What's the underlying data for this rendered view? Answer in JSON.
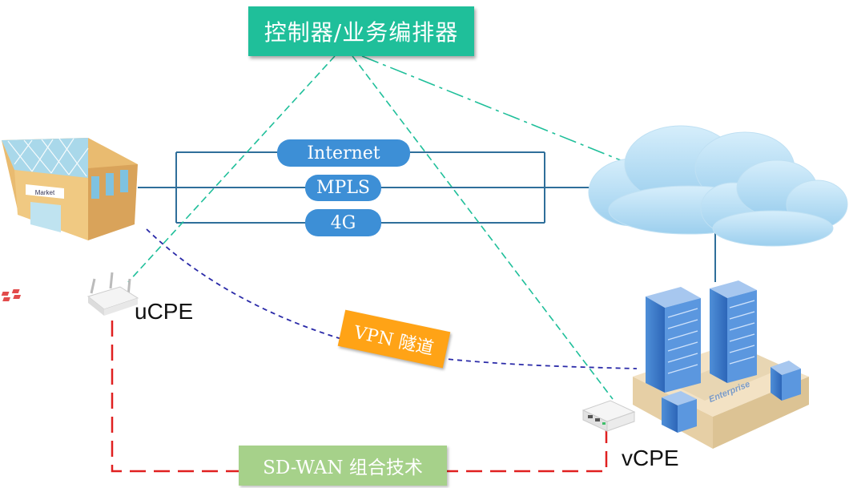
{
  "labels": {
    "controller": "控制器/业务编排器",
    "internet": "Internet",
    "mpls": "MPLS",
    "lte": "4G",
    "vpn_tunnel": "VPN 隧道",
    "sdwan": "SD-WAN 组合技术",
    "ucpe": "uCPE",
    "vcpe": "vCPE"
  },
  "building_signs": {
    "market": "Market",
    "enterprise": "Enterprise"
  },
  "colors": {
    "controller_bg": "#1fbf9a",
    "link_pill": "#3d8fd6",
    "link_line": "#2f6f9a",
    "vpn_bg": "#ffa316",
    "vpn_line": "#2a2aa8",
    "sdwan_bg": "#a6d18a",
    "sdwan_line": "#e02020",
    "control_line": "#1fbf9a"
  }
}
